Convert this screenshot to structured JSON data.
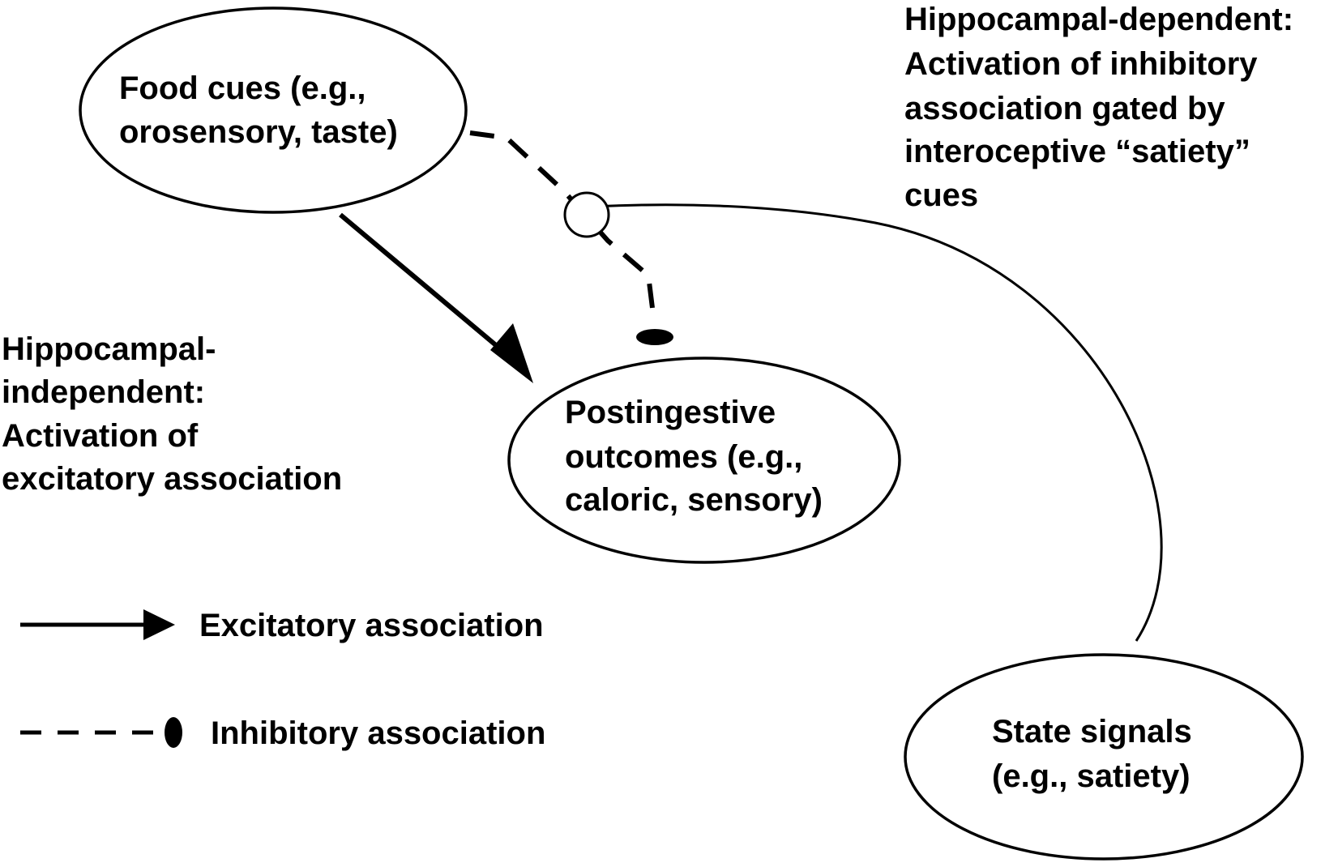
{
  "diagram": {
    "nodes": {
      "food_cues": {
        "lines": [
          "Food cues (e.g.,",
          "orosensory, taste)"
        ]
      },
      "postingestive": {
        "lines": [
          "Postingestive",
          "outcomes (e.g.,",
          "caloric, sensory)"
        ]
      },
      "state_signals": {
        "lines": [
          "State signals",
          "(e.g., satiety)"
        ]
      }
    },
    "annotations": {
      "hippocampal_dependent": {
        "lines": [
          "Hippocampal-dependent:",
          "Activation of inhibitory",
          "association gated by",
          "interoceptive “satiety”",
          "cues"
        ]
      },
      "hippocampal_independent": {
        "lines": [
          "Hippocampal-",
          "independent:",
          "Activation of",
          "excitatory association"
        ]
      }
    },
    "legend": {
      "excitatory": "Excitatory association",
      "inhibitory": "Inhibitory association"
    },
    "connections": [
      {
        "from": "food_cues",
        "to": "postingestive",
        "type": "excitatory"
      },
      {
        "from": "food_cues",
        "to": "postingestive",
        "type": "inhibitory",
        "gated_by": "state_signals"
      }
    ]
  }
}
